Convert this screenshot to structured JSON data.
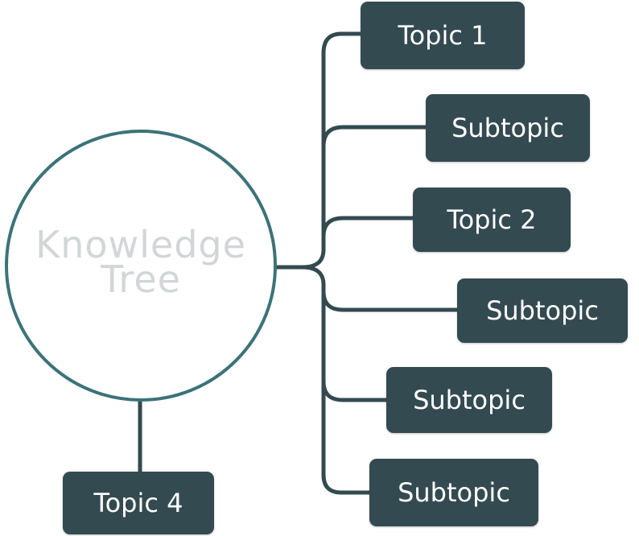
{
  "root": {
    "line1": "Knowledge",
    "line2": "Tree"
  },
  "nodes": [
    "Topic 1",
    "Subtopic",
    "Topic 2",
    "Subtopic",
    "Subtopic",
    "Subtopic",
    "Topic 4"
  ],
  "colors": {
    "root_stroke": "#3b7378",
    "root_text": "#d3d6d7",
    "node_fill": "#344a51",
    "node_text": "#ffffff",
    "connector": "#344a51"
  }
}
